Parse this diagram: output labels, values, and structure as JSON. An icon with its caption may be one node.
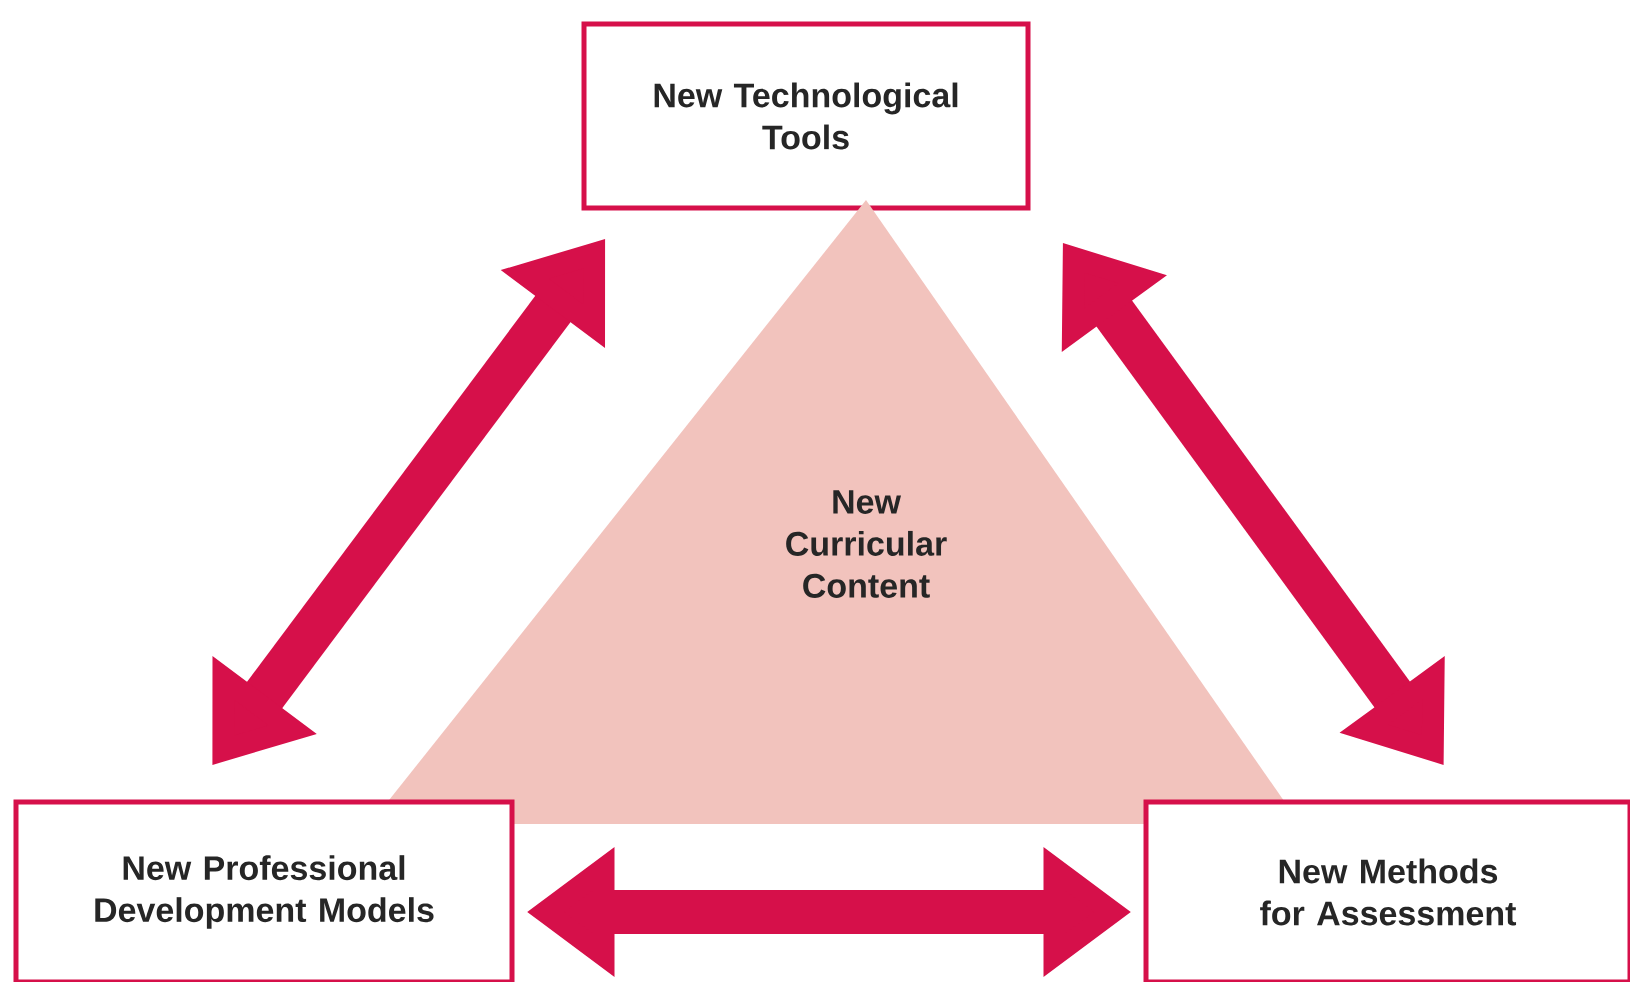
{
  "diagram": {
    "nodes": [
      {
        "text": [
          "New Technological Tools"
        ]
      },
      {
        "text": [
          "New Curricular Content"
        ]
      },
      {
        "text": [
          "New Professional Development Models"
        ]
      },
      {
        "text": [
          "New Methods for Assessment"
        ]
      }
    ],
    "edges": [
      {
        "from": 0,
        "to": 2,
        "arrow": "both"
      },
      {
        "from": 0,
        "to": 3,
        "arrow": "both"
      },
      {
        "from": 2,
        "to": 3,
        "arrow": "both"
      }
    ]
  }
}
